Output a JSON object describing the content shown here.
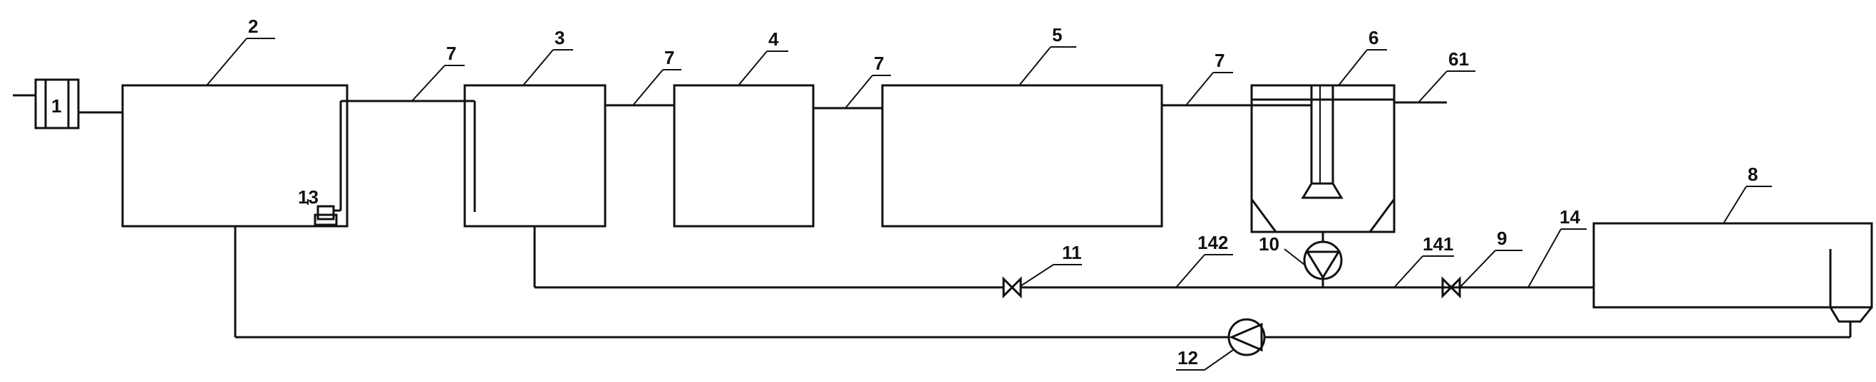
{
  "labels": {
    "l1": "1",
    "l2": "2",
    "l3": "3",
    "l4": "4",
    "l5": "5",
    "l6": "6",
    "l61": "61",
    "l7a": "7",
    "l7b": "7",
    "l7c": "7",
    "l7d": "7",
    "l8": "8",
    "l9": "9",
    "l10": "10",
    "l11": "11",
    "l12": "12",
    "l13": "13",
    "l14": "14",
    "l141": "141",
    "l142": "142"
  }
}
